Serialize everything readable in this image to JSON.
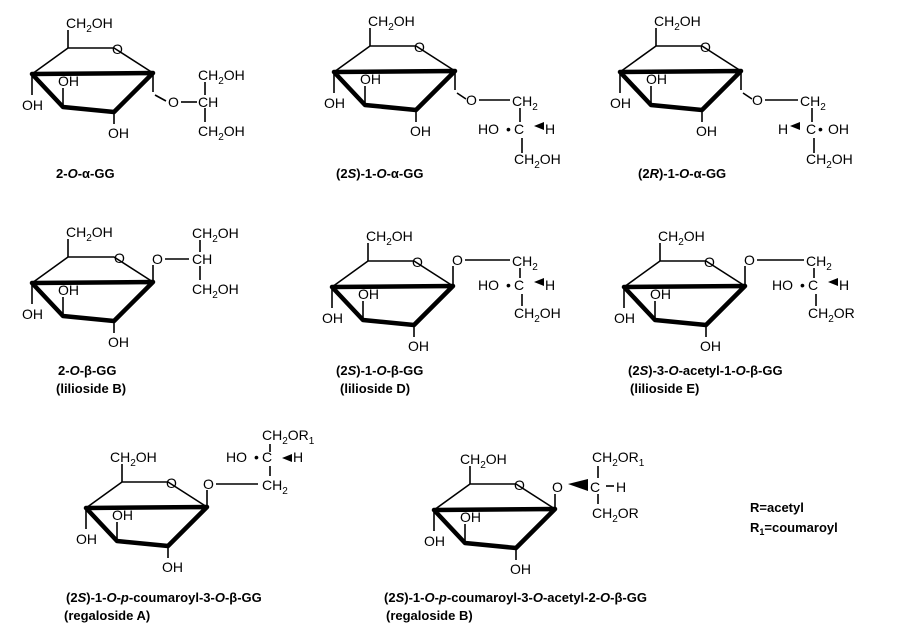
{
  "labels": {
    "ch2oh": "CH",
    "sub2": "2",
    "oh_suffix": "OH",
    "or_suffix": "OR",
    "or1_sub": "1",
    "o": "O",
    "oh": "OH",
    "ch": "CH",
    "h": "H",
    "ho": "HO",
    "c": "C"
  },
  "compounds": [
    {
      "caption_line1": [
        "2-",
        "O",
        "-α-GG"
      ],
      "caption_line2": ""
    },
    {
      "caption_line1": [
        "(2",
        "S",
        ")-1-",
        "O",
        "-α-GG"
      ],
      "caption_line2": ""
    },
    {
      "caption_line1": [
        "(2",
        "R",
        ")-1-",
        "O",
        "-α-GG"
      ],
      "caption_line2": ""
    },
    {
      "caption_line1": [
        "2-",
        "O",
        "-β-GG"
      ],
      "caption_line2": "(lilioside B)"
    },
    {
      "caption_line1": [
        "(2",
        "S",
        ")-1-",
        "O",
        "-β-GG"
      ],
      "caption_line2": "(lilioside D)"
    },
    {
      "caption_line1": [
        "(2",
        "S",
        ")-3-",
        "O",
        "-acetyl-1-",
        "O",
        "-β-GG"
      ],
      "caption_line2": "(lilioside E)"
    },
    {
      "caption_line1": [
        "(2",
        "S",
        ")-1-",
        "O",
        "-",
        "p",
        "-coumaroyl-3-",
        "O",
        "-β-GG"
      ],
      "caption_line2": "(regaloside A)"
    },
    {
      "caption_line1": [
        "(2",
        "S",
        ")-1-",
        "O",
        "-",
        "p",
        "-coumaroyl-3-",
        "O",
        "-acetyl-2-",
        "O",
        "-β-GG"
      ],
      "caption_line2": "(regaloside B)"
    }
  ],
  "legend": {
    "r_def": "R=acetyl",
    "r1_prefix": "R",
    "r1_sub": "1",
    "r1_def": "=coumaroyl"
  }
}
